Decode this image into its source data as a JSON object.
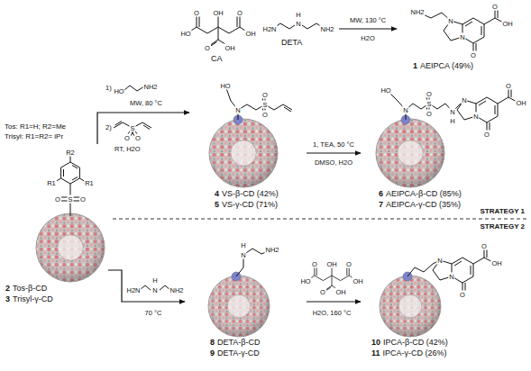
{
  "diagram": {
    "nodes": [
      {
        "text": [
          "CA"
        ]
      },
      {
        "text": [
          "DETA"
        ]
      },
      {
        "text": [
          "1",
          "AEIPCA (49%)"
        ]
      },
      {
        "text": [
          "2",
          "Tos-β-CD",
          "3",
          "Trisyl-γ-CD"
        ]
      },
      {
        "text": [
          "4",
          "VS-β-CD (42%)",
          "5",
          "VS-γ-CD (71%)"
        ]
      },
      {
        "text": [
          "6",
          "AEIPCA-β-CD (85%)",
          "7",
          "AEIPCA-γ-CD (35%)"
        ]
      },
      {
        "text": [
          "8",
          "DETA-β-CD",
          "9",
          "DETA-γ-CD"
        ]
      },
      {
        "text": [
          "10",
          "IPCA-β-CD (42%)",
          "11",
          "IPCA-γ-CD (26%)"
        ]
      }
    ],
    "edges": [
      {
        "from": 1,
        "to": 2,
        "arrow": "to",
        "label": "MW, 130 °C"
      },
      {
        "from": 3,
        "to": 4,
        "arrow": "to"
      },
      {
        "from": 4,
        "to": 5,
        "arrow": "to",
        "label": "1, TEA, 50 °C"
      },
      {
        "from": 3,
        "to": 6,
        "arrow": "to",
        "label": "70 °C"
      },
      {
        "from": 6,
        "to": 7,
        "arrow": "to",
        "label": "H2O, 160 °C"
      }
    ],
    "labels": [
      "O",
      "OH",
      "O",
      "HO",
      "OH",
      "O",
      "OH",
      "H2N",
      "H",
      "N",
      "NH2",
      "H2O",
      "NH2",
      "N",
      "N",
      "O",
      "O",
      "OH",
      "Tos: R1=H; R2=Me",
      "Trisyl: R1=R2= iPr",
      "R2",
      "R1",
      "R1",
      "O",
      "S",
      "O",
      "1)",
      "HO",
      "NH2",
      "MW, 80 °C",
      "2)",
      "S",
      "O",
      "O",
      "RT, H2O",
      "HO",
      "N",
      "O",
      "S",
      "O",
      "DMSO, H2O",
      "HO",
      "N",
      "O",
      "S",
      "O",
      "H",
      "N",
      "N",
      "N",
      "O",
      "O",
      "OH",
      "STRATEGY 1",
      "STRATEGY 2",
      "H2N",
      "H",
      "N",
      "NH2",
      "H",
      "N",
      "NH2",
      "O",
      "OH",
      "O",
      "HO",
      "OH",
      "O",
      "OH",
      "N",
      "N",
      "O",
      "O",
      "OH"
    ]
  }
}
